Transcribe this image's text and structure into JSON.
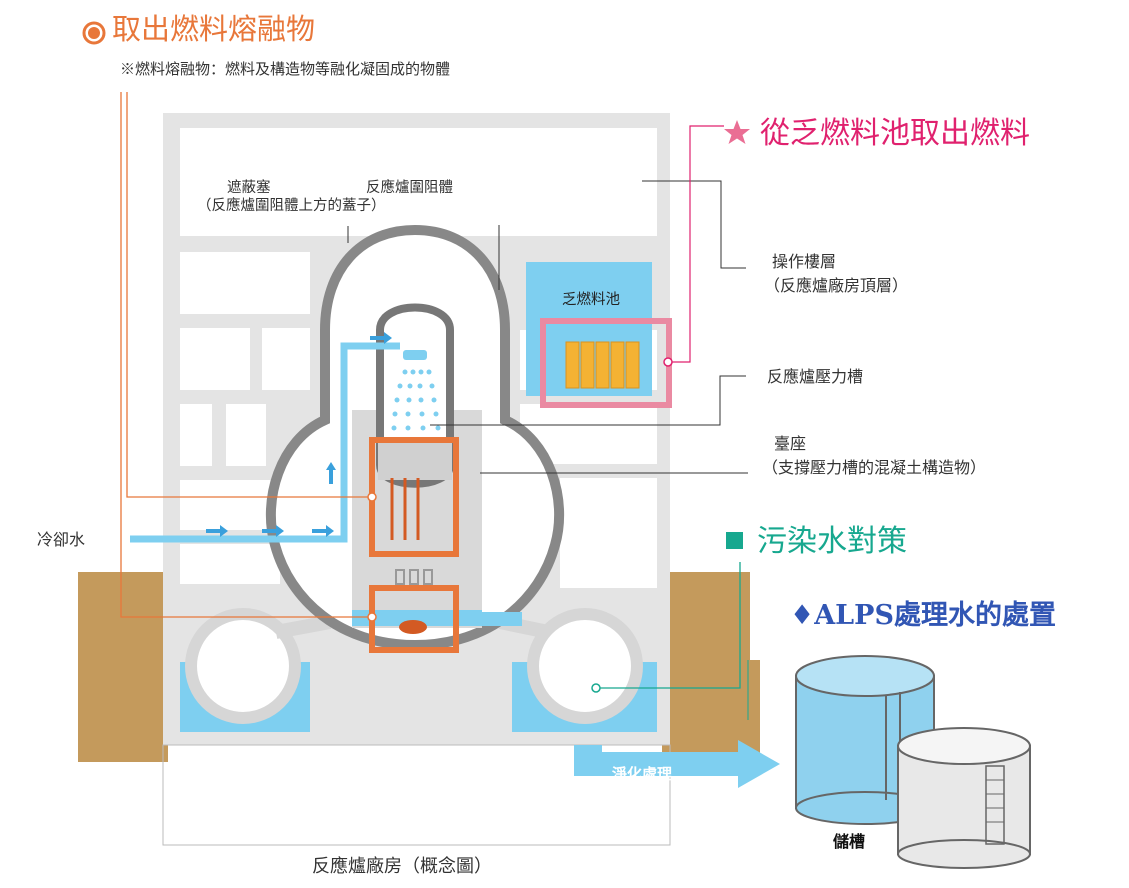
{
  "titles": {
    "main": "取出燃料熔融物",
    "main_note": "※燃料熔融物：燃料及構造物等融化凝固成的物體",
    "spent_fuel": "從乏燃料池取出燃料",
    "contaminated_water": "污染水對策",
    "alps": "♦ALPS處理水的處置"
  },
  "labels": {
    "shield_plug_1": "遮蔽塞",
    "shield_plug_2": "（反應爐圍阻體上方的蓋子）",
    "containment_vessel": "反應爐圍阻體",
    "spent_fuel_pool": "乏燃料池",
    "operating_floor_1": "操作樓層",
    "operating_floor_2": "（反應爐廠房頂層）",
    "pressure_vessel": "反應爐壓力槽",
    "pedestal_1": "臺座",
    "pedestal_2": "（支撐壓力槽的混凝土構造物）",
    "cooling_water": "冷卻水",
    "purification": "淨化處理",
    "storage_tanks": "儲槽",
    "reactor_building": "反應爐廠房（概念圖）"
  },
  "icons": {
    "main": "orange-circle-bullet",
    "spent_fuel": "pink-star",
    "contaminated_water": "teal-square"
  },
  "colors": {
    "orange": "#e8773a",
    "pink": "#e0216e",
    "teal": "#17a88f",
    "blue_text": "#3156b4",
    "water": "#7ecff0",
    "ground": "#c49a5c",
    "structure": "#e4e4e4"
  }
}
